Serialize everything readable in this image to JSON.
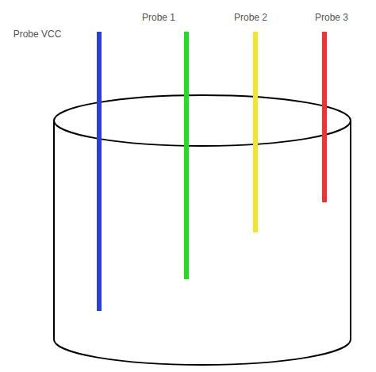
{
  "diagram": {
    "labels": [
      "Probe VCC",
      "Probe 1",
      "Probe 2",
      "Probe 3"
    ]
  }
}
